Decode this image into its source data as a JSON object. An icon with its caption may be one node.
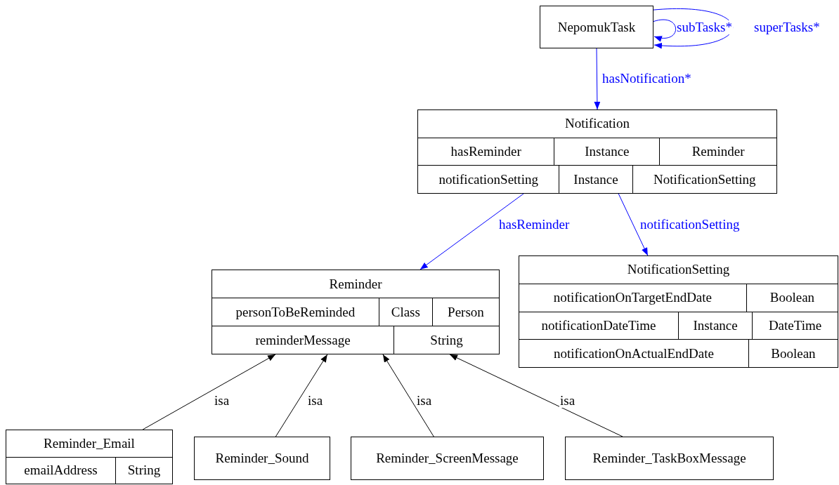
{
  "diagram": {
    "nodes": [
      {
        "text": [
          "NepomukTask"
        ]
      },
      {
        "text": [
          "Notification",
          "hasReminder",
          "Instance",
          "Reminder",
          "notificationSetting",
          "Instance",
          "NotificationSetting"
        ]
      },
      {
        "text": [
          "Reminder",
          "personToBeReminded",
          "Class",
          "Person",
          "reminderMessage",
          "String"
        ]
      },
      {
        "text": [
          "NotificationSetting",
          "notificationOnTargetEndDate",
          "Boolean",
          "notificationDateTime",
          "Instance",
          "DateTime",
          "notificationOnActualEndDate",
          "Boolean"
        ]
      },
      {
        "text": [
          "Reminder_Email",
          "emailAddress",
          "String"
        ]
      },
      {
        "text": [
          "Reminder_Sound"
        ]
      },
      {
        "text": [
          "Reminder_ScreenMessage"
        ]
      },
      {
        "text": [
          "Reminder_TaskBoxMessage"
        ]
      }
    ],
    "edges": [
      {
        "from": 0,
        "to": 0,
        "arrow": "to",
        "label": "subTasks*"
      },
      {
        "from": 0,
        "to": 0,
        "arrow": "to",
        "label": "superTasks*"
      },
      {
        "from": 0,
        "to": 1,
        "arrow": "to",
        "label": "hasNotification*"
      },
      {
        "from": 1,
        "to": 2,
        "arrow": "to",
        "label": "hasReminder"
      },
      {
        "from": 1,
        "to": 3,
        "arrow": "to",
        "label": "notificationSetting"
      },
      {
        "from": 4,
        "to": 2,
        "arrow": "to",
        "label": "isa",
        "color": "#000000"
      },
      {
        "from": 5,
        "to": 2,
        "arrow": "to",
        "label": "isa",
        "color": "#000000"
      },
      {
        "from": 6,
        "to": 2,
        "arrow": "to",
        "label": "isa",
        "color": "#000000"
      },
      {
        "from": 7,
        "to": 2,
        "arrow": "to",
        "label": "isa",
        "color": "#000000"
      }
    ]
  }
}
